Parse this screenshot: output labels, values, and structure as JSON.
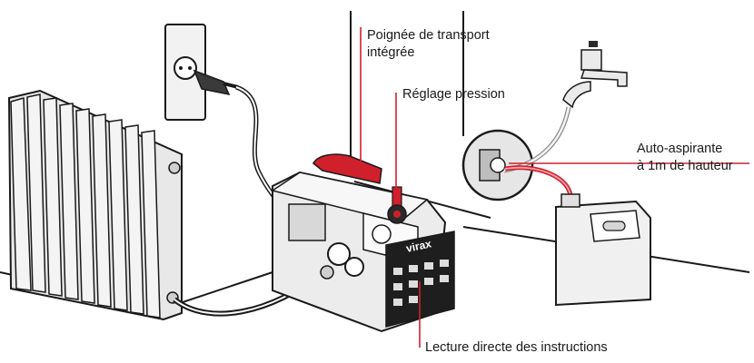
{
  "callouts": {
    "handle": "Poignée de transport\nintégrée",
    "pressure": "Réglage pression",
    "self_priming": "Auto-aspirante\nà 1m de hauteur",
    "instructions": "Lecture directe des instructions"
  },
  "brand": {
    "logo": "virax"
  },
  "colors": {
    "accent": "#d0202c",
    "line": "#1a1a1a",
    "wall": "#ffffff",
    "shade": "#bdbdbd",
    "light": "#dedede"
  }
}
